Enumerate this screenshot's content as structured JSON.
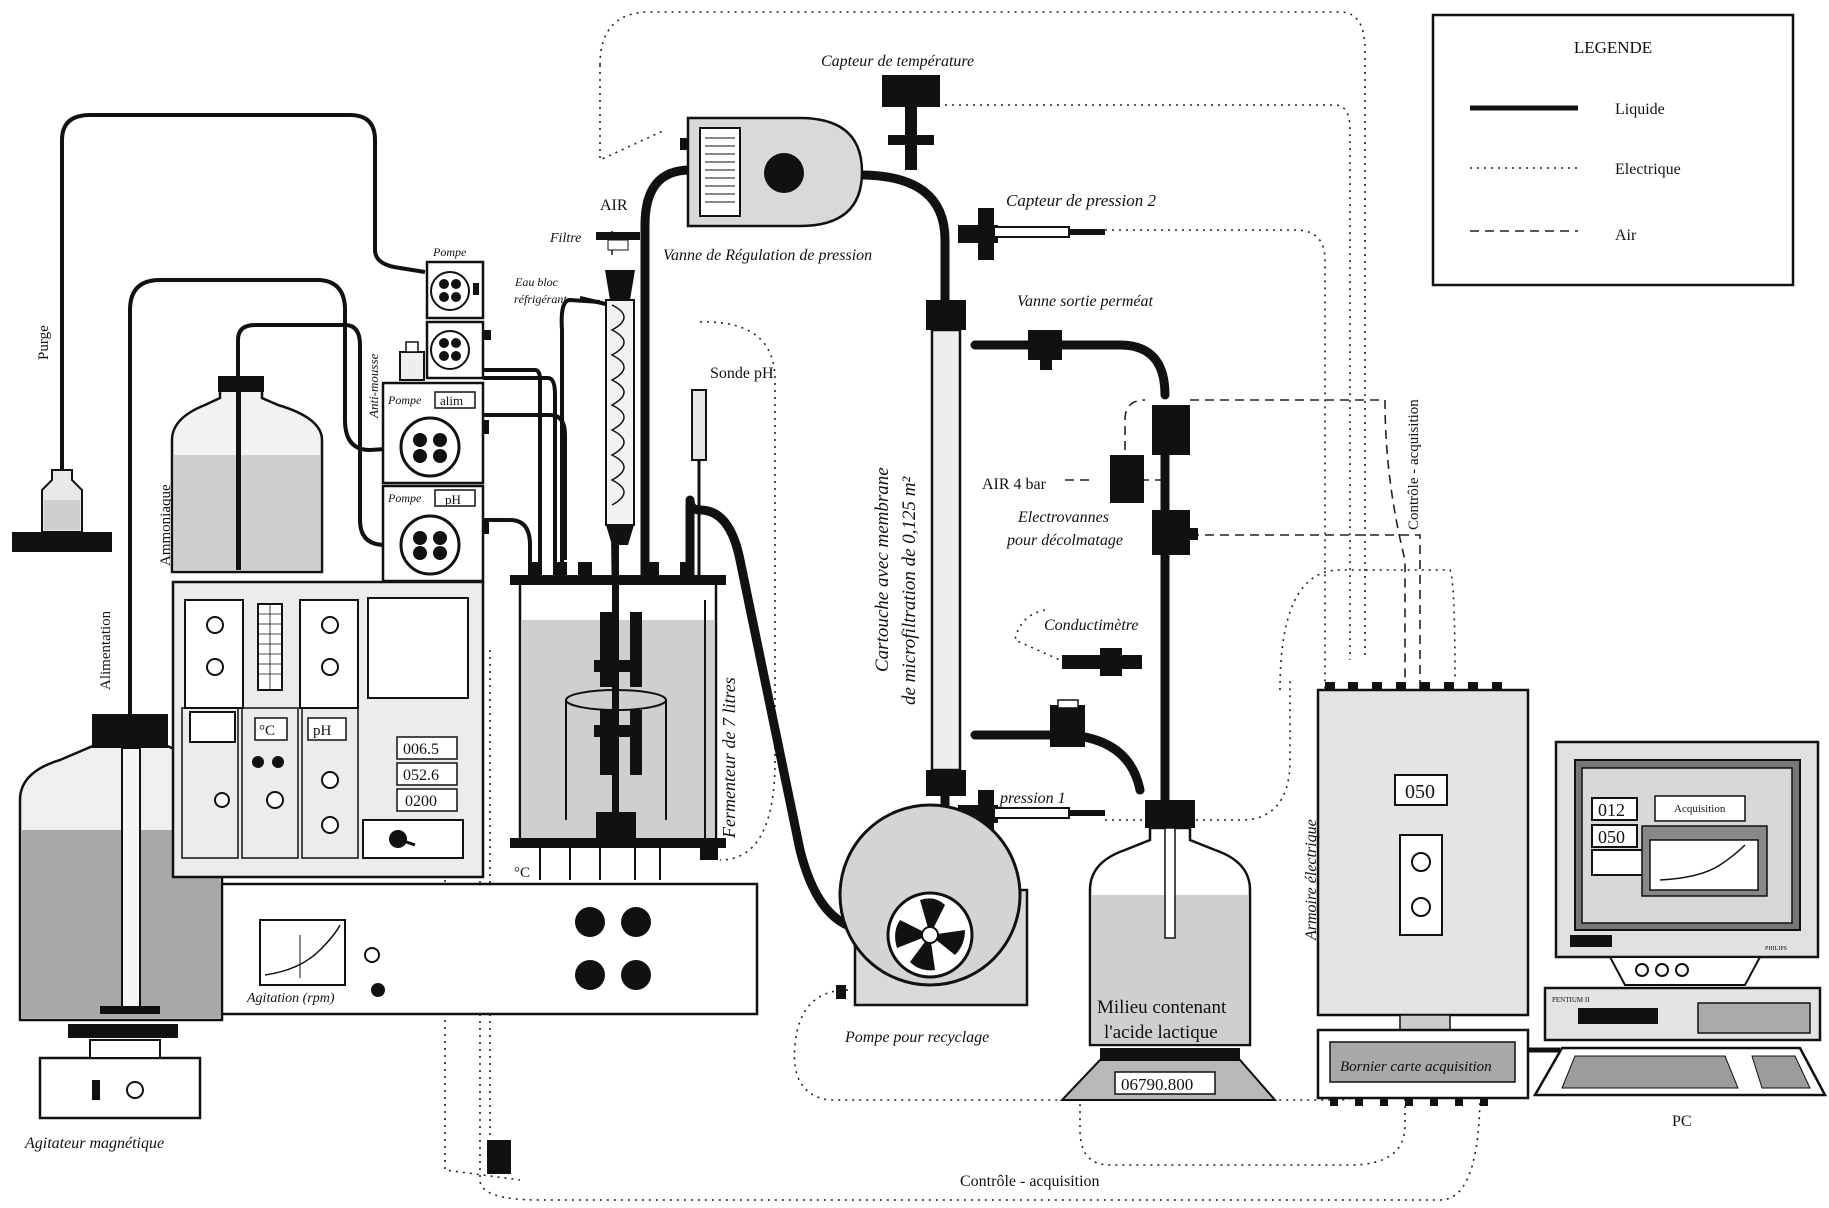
{
  "legend": {
    "title": "LEGENDE",
    "items": [
      {
        "label": "Liquide",
        "style": "solid"
      },
      {
        "label": "Electrique",
        "style": "dotted"
      },
      {
        "label": "Air",
        "style": "dashed"
      }
    ]
  },
  "labels": {
    "capteur_temperature": "Capteur de température",
    "capteur_pression_2": "Capteur de pression  2",
    "vanne_regulation": "Vanne de Régulation de pression",
    "vanne_sortie_permeat": "Vanne sortie perméat",
    "air": "AIR",
    "filtre": "Filtre",
    "eau_bloc_line1": "Eau bloc",
    "eau_bloc_line2": "réfrigérant",
    "pompe_top": "Pompe",
    "pompe_alim": "Pompe",
    "alim": "alim",
    "pompe_ph": "Pompe",
    "ph": "pH",
    "anti_mousse": "Anti-mousse",
    "purge": "Purge",
    "ammoniaque": "Ammoniaque",
    "alimentation": "Alimentation",
    "sonde_ph": "Sonde pH",
    "cartouche_line1": "Cartouche avec membrane",
    "cartouche_line2": "de microfiltration de 0,125 m²",
    "air_4_bar": "AIR 4 bar",
    "electrovannes_line1": "Electrovannes",
    "electrovannes_line2": "pour décolmatage",
    "controle_acquisition_right": "Contrôle - acquisition",
    "controle_acquisition_bottom": "Contrôle - acquisition",
    "conductimetre": "Conductimètre",
    "fermenteur": "Fermenteur de 7 litres",
    "pression_1": "pression  1",
    "pompe_recyclage": "Pompe pour recyclage",
    "milieu_line1": "Milieu contenant",
    "milieu_line2": "l'acide lactique",
    "balance_display": "06790.800",
    "armoire": "Armoire électrique",
    "armoire_display": "050",
    "bornier": "Bornier carte acquisition",
    "pc": "PC",
    "agitateur": "Agitateur magnétique",
    "agitation": "Agitation (rpm)",
    "deg_c_panel": "°C",
    "ph_panel": "pH",
    "deg_c_fermenteur": "°C",
    "display_1": "006.5",
    "display_2": "052.6",
    "display_3": "0200",
    "pc_display_1": "012",
    "pc_display_2": "050",
    "pc_acquisition": "Acquisition",
    "pc_pentium": "PENTIUM II",
    "pc_brand": "PHILIPS"
  }
}
